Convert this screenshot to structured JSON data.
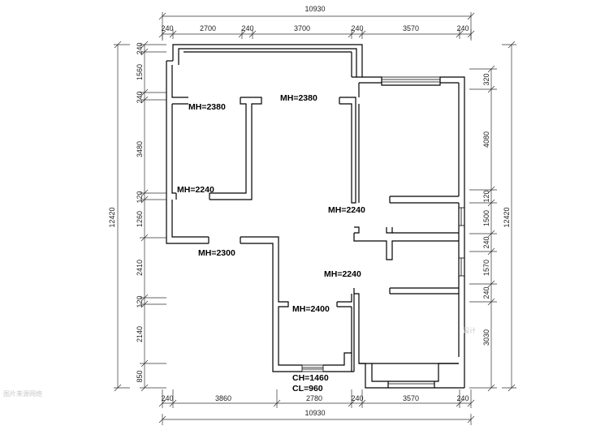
{
  "dimensions": {
    "top_total": "10930",
    "top_segments": [
      "240",
      "2700",
      "240",
      "3700",
      "240",
      "3570",
      "240"
    ],
    "bottom_total": "10930",
    "bottom_segments": [
      "240",
      "3860",
      "2780",
      "240",
      "3570",
      "240"
    ],
    "left_total": "12420",
    "left_segments": [
      "240",
      "1560",
      "240",
      "3480",
      "120",
      "1260",
      "2410",
      "120",
      "2140",
      "850"
    ],
    "right_total": "12420",
    "right_segments": [
      "320",
      "4080",
      "120",
      "1500",
      "240",
      "1570",
      "240",
      "3030"
    ]
  },
  "openings": {
    "mh_2380_left": "MH=2380",
    "mh_2380_center": "MH=2380",
    "mh_2240_left": "MH=2240",
    "mh_2240_right_upper": "MH=2240",
    "mh_2300": "MH=2300",
    "mh_2240_right_lower": "MH=2240",
    "mh_2400": "MH=2400",
    "ch_1460": "CH=1460",
    "cl_960": "CL=960"
  },
  "watermark": {
    "left_text": "图片来源网络",
    "right_text": "设计"
  }
}
